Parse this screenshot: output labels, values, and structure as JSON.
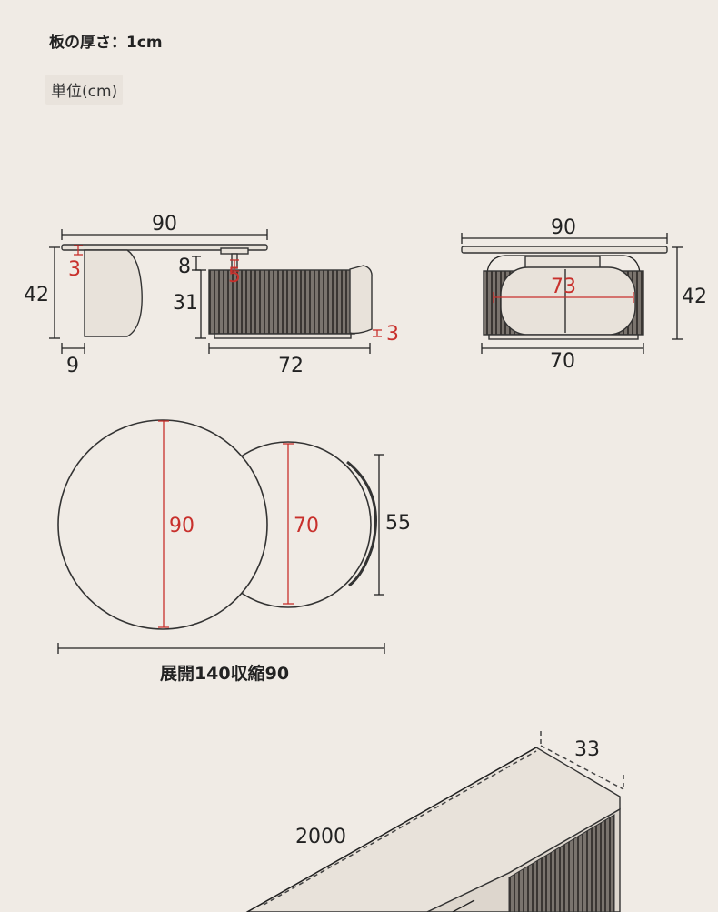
{
  "header": {
    "thickness_label": "板の厚さ：1cm",
    "unit_label": "単位(cm)"
  },
  "side_view": {
    "top_width": "90",
    "height": "42",
    "plate_thickness": "3",
    "leg_width": "9",
    "gap": "8",
    "thickness_small": "5",
    "cabinet_height": "31",
    "base_offset": "3",
    "cabinet_width": "72"
  },
  "front_view": {
    "top_width": "90",
    "inner_width": "73",
    "height": "42",
    "base_width": "70"
  },
  "top_view": {
    "large_diameter": "90",
    "small_diameter": "70",
    "offset": "55",
    "caption": "展開140収縮90"
  },
  "tv_stand": {
    "depth": "33",
    "length": "2000"
  },
  "colors": {
    "background": "#f0ebe5",
    "line": "#222222",
    "accent_red": "#c8302c"
  }
}
